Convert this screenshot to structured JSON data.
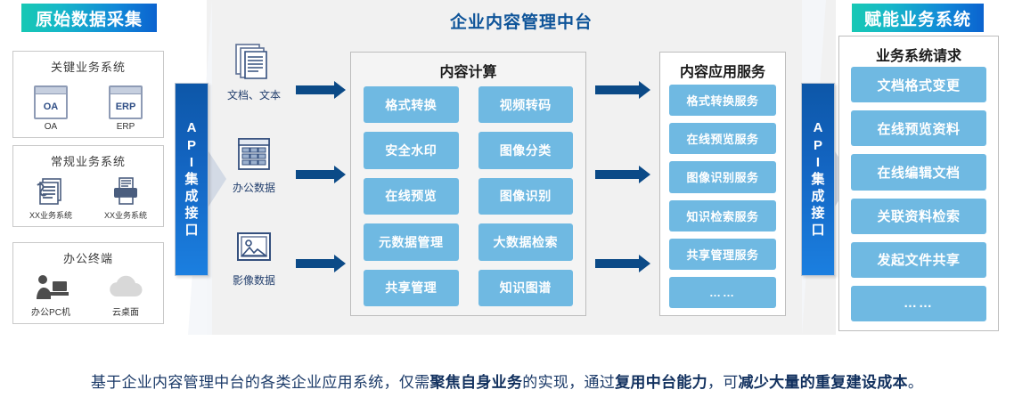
{
  "banners": {
    "left": "原始数据采集",
    "right": "赋能业务系统"
  },
  "stage": {
    "title": "企业内容管理中台"
  },
  "source_panels": [
    {
      "title": "关键业务系统",
      "items": [
        {
          "label": "OA",
          "icon": "window-oa-icon",
          "badge": "OA"
        },
        {
          "label": "ERP",
          "icon": "window-erp-icon",
          "badge": "ERP"
        }
      ]
    },
    {
      "title": "常规业务系统",
      "items": [
        {
          "label": "XX业务系统",
          "icon": "documents-stack-icon",
          "badge": ""
        },
        {
          "label": "XX业务系统",
          "icon": "printer-icon",
          "badge": ""
        }
      ]
    },
    {
      "title": "办公终端",
      "items": [
        {
          "label": "办公PC机",
          "icon": "person-at-desk-icon",
          "badge": ""
        },
        {
          "label": "云桌面",
          "icon": "cloud-icon",
          "badge": ""
        }
      ]
    }
  ],
  "api_bars": {
    "left": [
      "A",
      "P",
      "I",
      "集",
      "成",
      "接",
      "口"
    ],
    "right": [
      "A",
      "P",
      "I",
      "集",
      "成",
      "接",
      "口"
    ]
  },
  "data_types": [
    {
      "label": "文档、文本",
      "icon": "documents-multi-icon"
    },
    {
      "label": "办公数据",
      "icon": "spreadsheet-icon"
    },
    {
      "label": "影像数据",
      "icon": "image-picture-icon"
    }
  ],
  "content_compute": {
    "title": "内容计算",
    "chips": [
      "格式转换",
      "视频转码",
      "安全水印",
      "图像分类",
      "在线预览",
      "图像识别",
      "元数据管理",
      "大数据检索",
      "共享管理",
      "知识图谱"
    ]
  },
  "content_services": {
    "title": "内容应用服务",
    "chips": [
      "格式转换服务",
      "在线预览服务",
      "图像识别服务",
      "知识检索服务",
      "共享管理服务",
      "……"
    ]
  },
  "business_requests": {
    "title": "业务系统请求",
    "chips": [
      "文档格式变更",
      "在线预览资料",
      "在线编辑文档",
      "关联资料检索",
      "发起文件共享",
      "……"
    ]
  },
  "caption": {
    "p1": "基于企业内容管理中台的各类企业应用系统，仅需",
    "b1": "聚焦自身业务",
    "p2": "的实现，通过",
    "b2": "复用中台能力",
    "p3": "，可",
    "b3": "减少大量的重复建设成本",
    "p4": "。"
  },
  "colors": {
    "banner_gradient_start": "#17c8b4",
    "banner_gradient_end": "#0b63cf",
    "api_bar_blue": "#1364c0",
    "chip_blue": "#6fb9e2",
    "arrow_navy": "#0b4a87",
    "title_blue": "#0e5499",
    "stage_grey": "#f1f1f1",
    "caption_navy": "#1b3a68"
  }
}
